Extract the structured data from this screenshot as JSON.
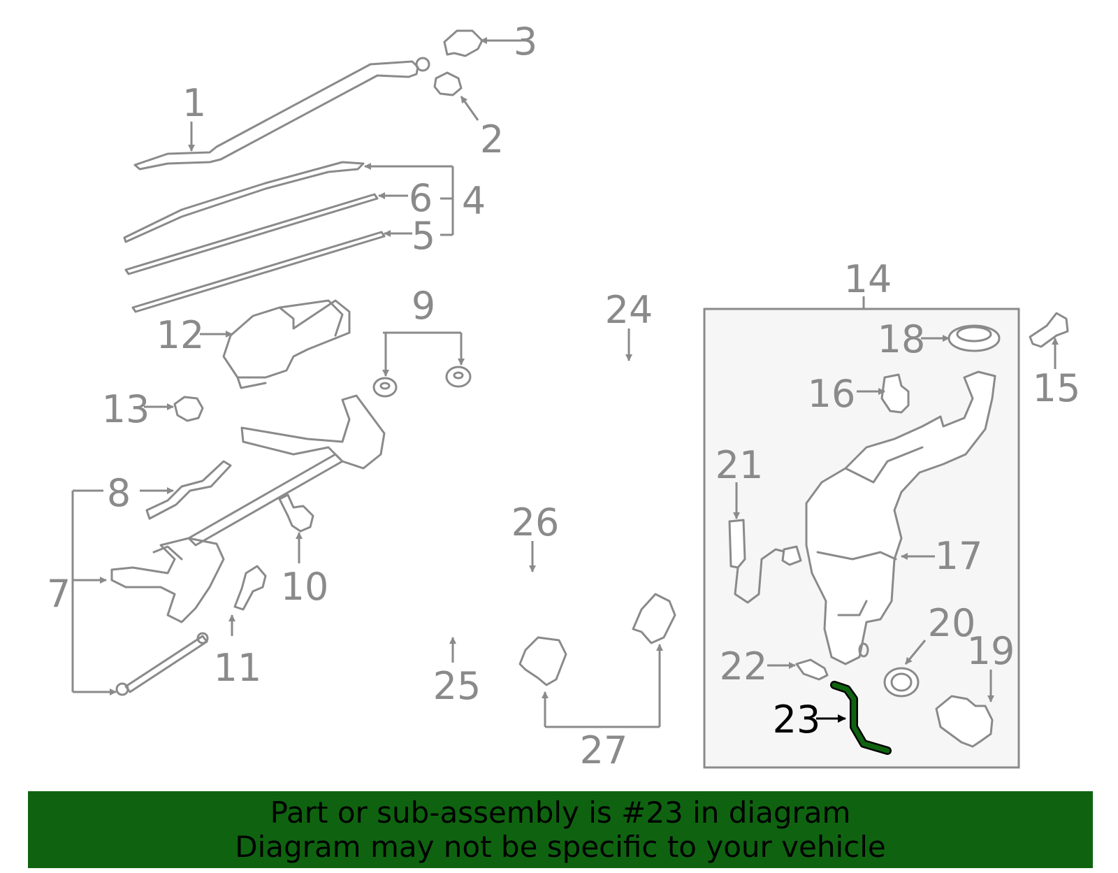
{
  "callouts": {
    "c1": "1",
    "c2": "2",
    "c3": "3",
    "c4": "4",
    "c5": "5",
    "c6": "6",
    "c7": "7",
    "c8": "8",
    "c9": "9",
    "c10": "10",
    "c11": "11",
    "c12": "12",
    "c13": "13",
    "c14": "14",
    "c15": "15",
    "c16": "16",
    "c17": "17",
    "c18": "18",
    "c19": "19",
    "c20": "20",
    "c21": "21",
    "c22": "22",
    "c23": "23",
    "c24": "24",
    "c25": "25",
    "c26": "26",
    "c27": "27"
  },
  "highlight": {
    "part_number": "23",
    "color": "#0f6310"
  },
  "colors": {
    "line_art": "#8a8a8a",
    "box_fill": "#f6f6f6",
    "banner": "#0f6310"
  },
  "banner": {
    "line1": "Part or sub-assembly is #23 in diagram",
    "line2": "Diagram may not be specific to your vehicle"
  }
}
